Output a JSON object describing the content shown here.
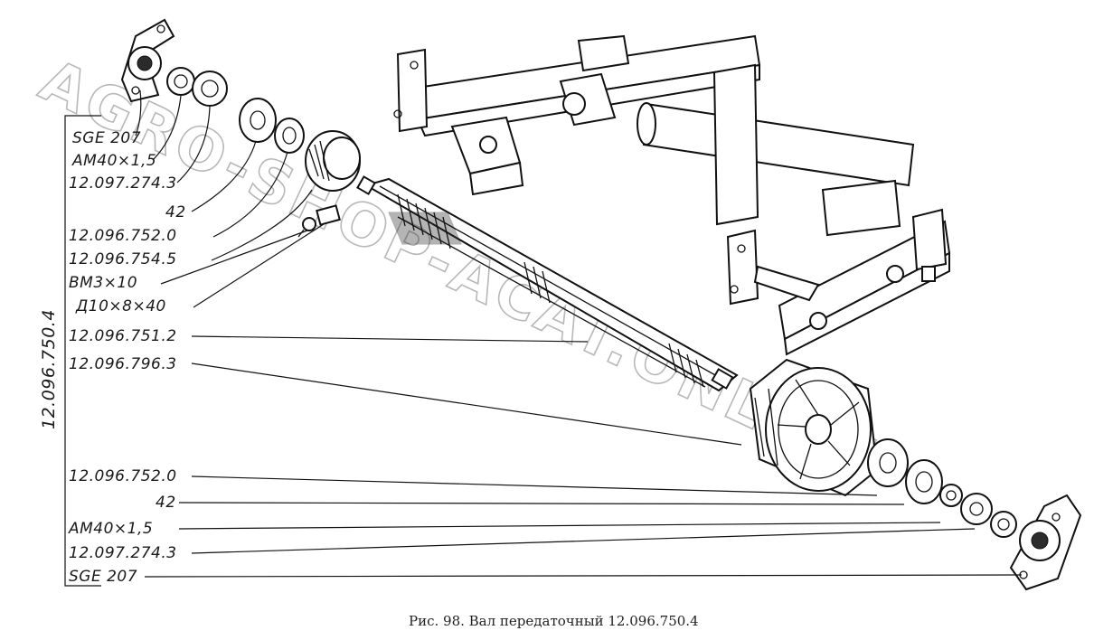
{
  "watermark": "AGRO-SHOP-ACAT.ONLINE",
  "assembly_label": "12.096.750.4",
  "labels_top": [
    "SGE 207",
    "АМ40×1,5",
    "12.097.274.3",
    "42",
    "12.096.752.0",
    "12.096.754.5",
    "ВМ3×10",
    "Д10×8×40",
    "12.096.751.2",
    "12.096.796.3"
  ],
  "labels_bottom": [
    "12.096.752.0",
    "42",
    "АМ40×1,5",
    "12.097.274.3",
    "SGE 207"
  ],
  "caption": "Рис. 98. Вал передаточный 12.096.750.4"
}
